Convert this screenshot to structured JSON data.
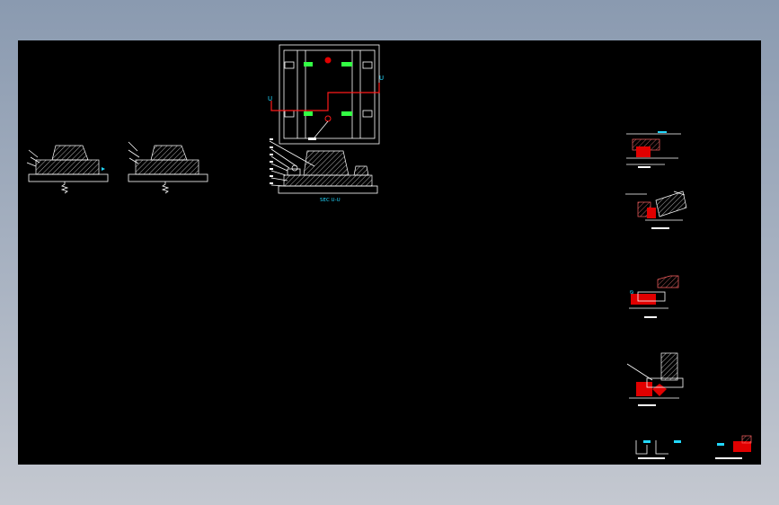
{
  "drawing": {
    "section_title": "SEC U-U",
    "cut_label_left": "U",
    "cut_label_right": "U",
    "detail_labels": [
      "",
      "",
      "",
      "",
      "",
      ""
    ],
    "colors": {
      "background": "#000000",
      "linework": "#ffffff",
      "highlight": "#e10000",
      "annotation": "#33ff44",
      "dimension": "#22d8ff",
      "app_background": "#97a3b6"
    }
  }
}
